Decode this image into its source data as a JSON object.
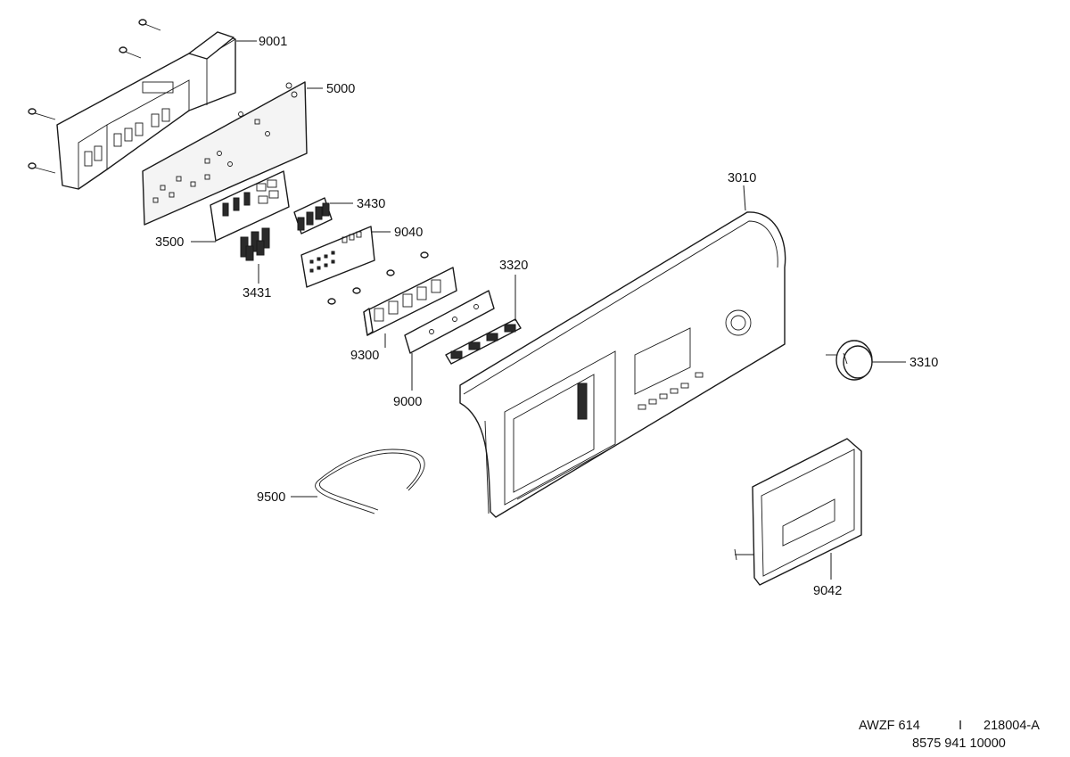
{
  "labels": {
    "p9001": "9001",
    "p5000": "5000",
    "p3010": "3010",
    "p3430": "3430",
    "p9040": "9040",
    "p3500": "3500",
    "p3320": "3320",
    "p3431": "3431",
    "p9300": "9300",
    "p3310": "3310",
    "p9000": "9000",
    "p9500": "9500",
    "p9042": "9042"
  },
  "footer": {
    "model": "AWZF 614",
    "separator": "I",
    "code": "218004-A",
    "part_number": "8575 941 10000"
  }
}
